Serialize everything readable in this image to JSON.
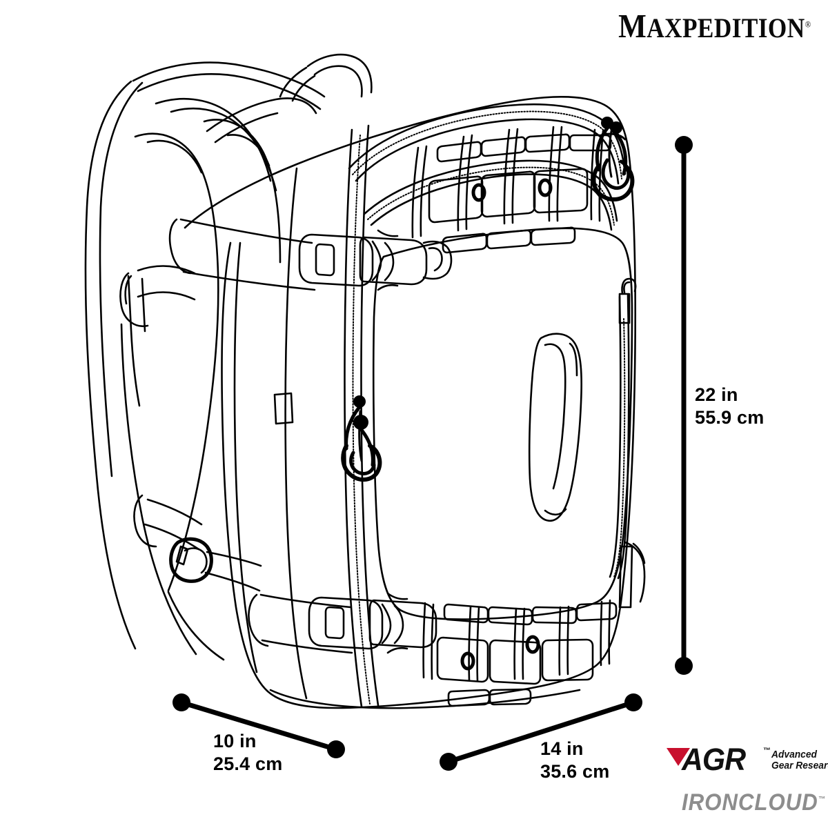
{
  "background": "#ffffff",
  "brand": {
    "top_logo": {
      "lead": "M",
      "rest": "AXPEDITION",
      "trademark": "®"
    },
    "agr": {
      "acronym": "AGR",
      "trademark": "™",
      "tagline_line1": "Advanced",
      "tagline_line2": "Gear Research",
      "triangle_color": "#c8102e"
    },
    "product": {
      "name": "IRONCLOUD",
      "trademark": "™",
      "color": "#8d8d8d"
    }
  },
  "dimensions": {
    "height": {
      "imperial": "22 in",
      "metric": "55.9 cm"
    },
    "depth": {
      "imperial": "10 in",
      "metric": "25.4 cm"
    },
    "width": {
      "imperial": "14 in",
      "metric": "35.6 cm"
    }
  },
  "product_illustration": {
    "type": "technical-line-drawing",
    "subject": "tactical backpack",
    "stroke_color": "#000000",
    "features": [
      "padded shoulder straps",
      "laser-cut MOLLE panel upper",
      "laser-cut MOLLE panel lower",
      "side-release compression buckle upper",
      "side-release compression buckle lower",
      "molded grab handle",
      "vertical main zipper",
      "perimeter lid zipper",
      "paracord zipper pulls",
      "D-ring attachment point"
    ]
  }
}
